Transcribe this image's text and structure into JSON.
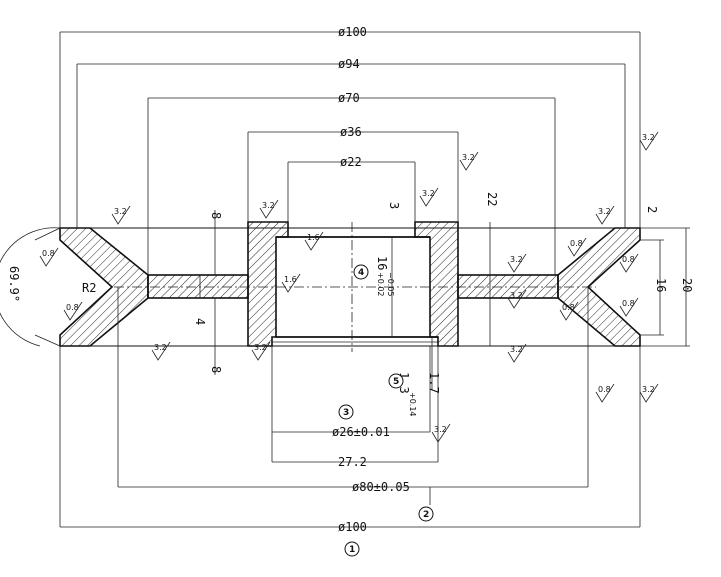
{
  "dimensions": {
    "d100_top": "ø100",
    "d94": "ø94",
    "d70": "ø70",
    "d36": "ø36",
    "d22": "ø22",
    "d26": "ø26±0.01",
    "d27_2": "27.2",
    "d80": "ø80±0.05",
    "d100_bottom": "ø100",
    "h8_top": "8",
    "h4": "4",
    "h8_bottom": "8",
    "h3": "3",
    "h22": "22",
    "h2": "2",
    "h16": "16",
    "h20": "20",
    "h1_7": "1.7",
    "r2": "R2",
    "angle": "69.9°",
    "h16_tol": "16",
    "h16_tol_upper": "+0.02",
    "h16_tol_lower": "−0.05",
    "h1_3": "1.3",
    "h1_3_tol": "+0.14"
  },
  "roughness": {
    "r32": "3.2",
    "r16": "1.6",
    "r08": "0.8"
  },
  "callouts": [
    "1",
    "2",
    "3",
    "4",
    "5"
  ]
}
